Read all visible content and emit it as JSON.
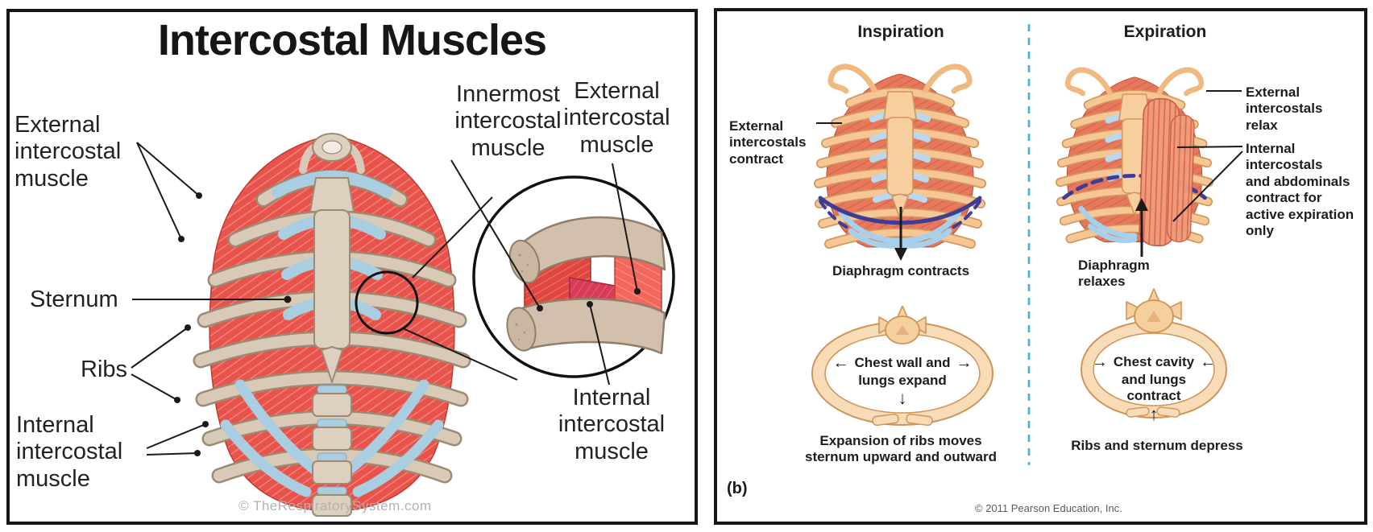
{
  "left_panel": {
    "title": "Intercostal Muscles",
    "label_external_left": "External\nintercostal\nmuscle",
    "label_sternum": "Sternum",
    "label_ribs": "Ribs",
    "label_internal_left": "Internal\nintercostal\nmuscle",
    "label_innermost": "Innermost\nintercostal\nmuscle",
    "label_external_right": "External\nintercostal\nmuscle",
    "label_internal_right": "Internal\nintercostal\nmuscle",
    "credit": "© TheRespiratorySystem.com"
  },
  "right_panel": {
    "figure_label": "(b)",
    "inspiration": {
      "title": "Inspiration",
      "label_external": "External\nintercostals\ncontract",
      "label_diaphragm": "Diaphragm contracts",
      "ring_line1": "Chest wall and",
      "ring_line2": "lungs expand",
      "caption": "Expansion of ribs moves\nsternum upward and outward"
    },
    "expiration": {
      "title": "Expiration",
      "label_external": "External\nintercostals\nrelax",
      "label_internal": "Internal\nintercostals\nand abdominals\ncontract for\nactive expiration\nonly",
      "label_diaphragm": "Diaphragm\nrelaxes",
      "ring_line1": "Chest cavity",
      "ring_line2": "and lungs",
      "ring_line3": "contract",
      "caption": "Ribs and sternum depress"
    },
    "copyright": "© 2011 Pearson Education, Inc."
  },
  "icons": {
    "arrow_left": "←",
    "arrow_right": "→",
    "arrow_down": "↓",
    "arrow_up": "↑"
  },
  "colors": {
    "muscle_red": "#e8544c",
    "muscle_red_light": "#f2918a",
    "bone_tan": "#d9cab7",
    "bone_outline": "#9b8a74",
    "cartilage_blue": "#a9cde1",
    "rib_orange": "#f6c795",
    "rib_orange_outline": "#d2955c",
    "muscle_orange": "#e8785c",
    "diaphragm_blue": "#3d3d96",
    "divider_cyan": "#3fb3d6",
    "panel_border": "#161616"
  }
}
